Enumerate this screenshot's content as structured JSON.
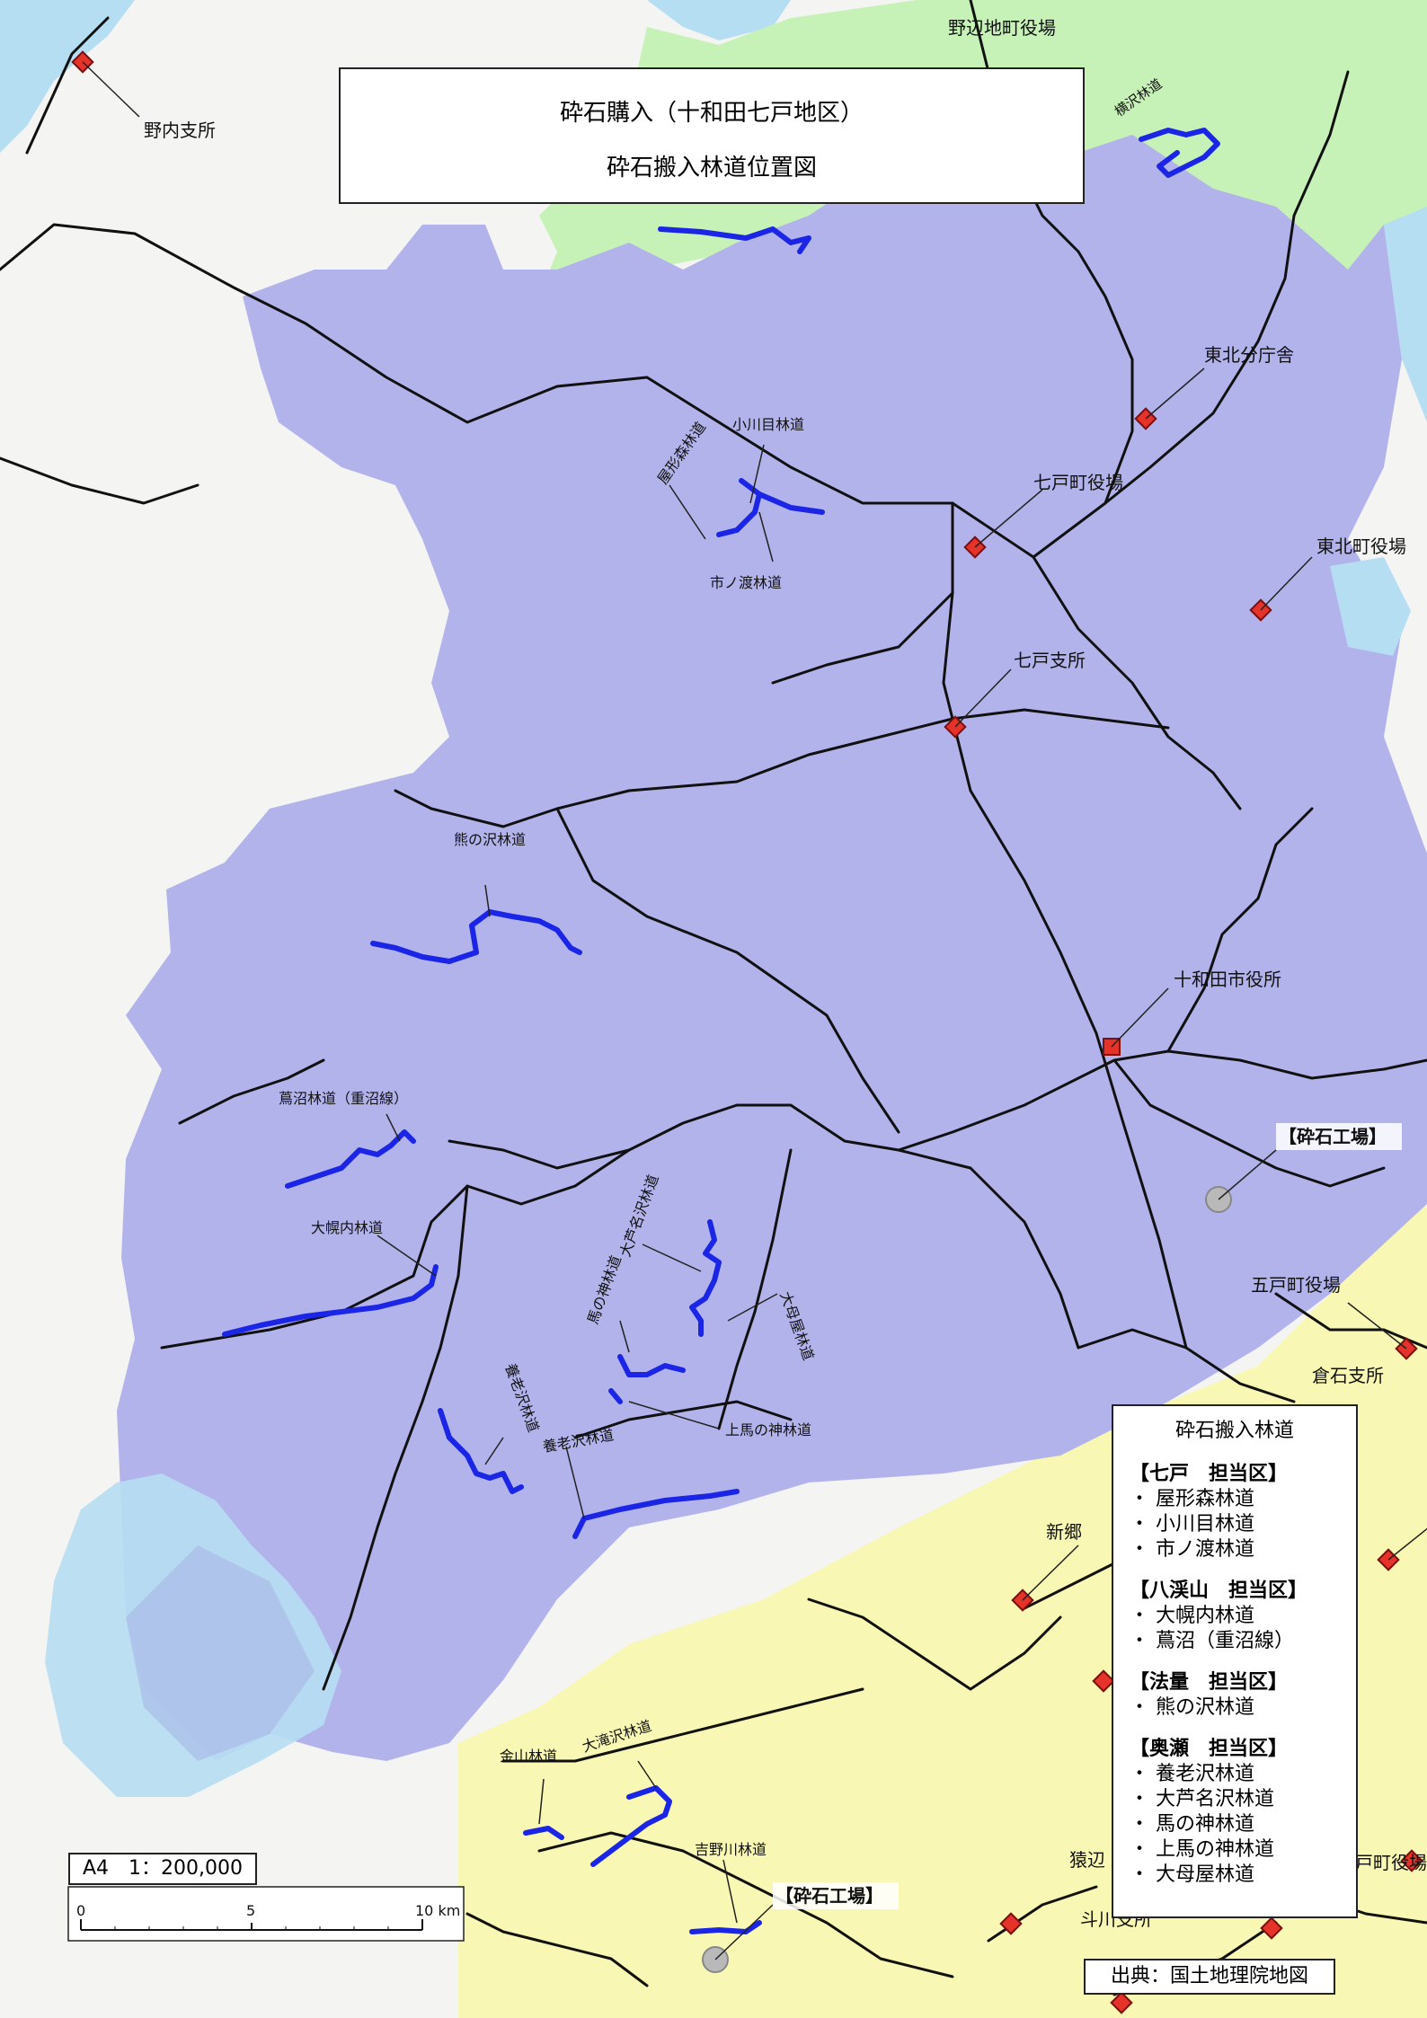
{
  "title": {
    "line1": "砕石購入（十和田七戸地区）",
    "line2": "砕石搬入林道位置図"
  },
  "scale": {
    "label": "A4　1：200,000",
    "ticks": [
      "0",
      "5",
      "10 km"
    ]
  },
  "source": "出典：国土地理院地図",
  "legend": {
    "heading": "砕石搬入林道",
    "groups": [
      {
        "name": "【七戸　担当区】",
        "items": [
          "屋形森林道",
          "小川目林道",
          "市ノ渡林道"
        ]
      },
      {
        "name": "【八渓山　担当区】",
        "items": [
          "大幌内林道",
          "蔦沼（重沼線）"
        ]
      },
      {
        "name": "【法量　担当区】",
        "items": [
          "熊の沢林道"
        ]
      },
      {
        "name": "【奥瀬　担当区】",
        "items": [
          "養老沢林道",
          "大芦名沢林道",
          "馬の神林道",
          "上馬の神林道",
          "大母屋林道"
        ]
      }
    ]
  },
  "offices": {
    "nonai": "野内支所",
    "noheji": "野辺地町役場",
    "tohoku_branch": "東北分庁舎",
    "shichinohe_town": "七戸町役場",
    "tohoku_town": "東北町役場",
    "shichinohe_branch": "七戸支所",
    "towada_city": "十和田市役所",
    "gonohe_town": "五戸町役場",
    "kuraishi": "倉石支所",
    "shingo": "新郷",
    "sarube": "猿辺",
    "sannohe": "戸町役場",
    "kawa": "斗川支所"
  },
  "roads": {
    "yokosawa": "横沢林道",
    "ogawame": "小川目林道",
    "yakatamori": "屋形森林道",
    "ichinowatari": "市ノ渡林道",
    "kumanosawa": "熊の沢林道",
    "tsutanuma": "蔦沼林道（重沼線）",
    "ohorouchi": "大幌内林道",
    "oashinasawa": "大芦名沢林道",
    "umanokami": "馬の神林道",
    "ohmoya": "大母屋林道",
    "yorosawa_v": "養老沢林道",
    "yorosawa_h": "養老沢林道",
    "kamiumanokami": "上馬の神林道",
    "kanayama": "金山林道",
    "otakisawa": "大滝沢林道",
    "yoshinogawa": "吉野川林道"
  },
  "quarry": {
    "label1": "【砕石工場】",
    "label2": "【砕石工場】"
  },
  "colors": {
    "district": "#b3b3ec",
    "north": "#c6f2b8",
    "south": "#f8f7b4",
    "water": "#b6def2",
    "road_forest": "#1a25e6",
    "office": "#e5332a"
  }
}
